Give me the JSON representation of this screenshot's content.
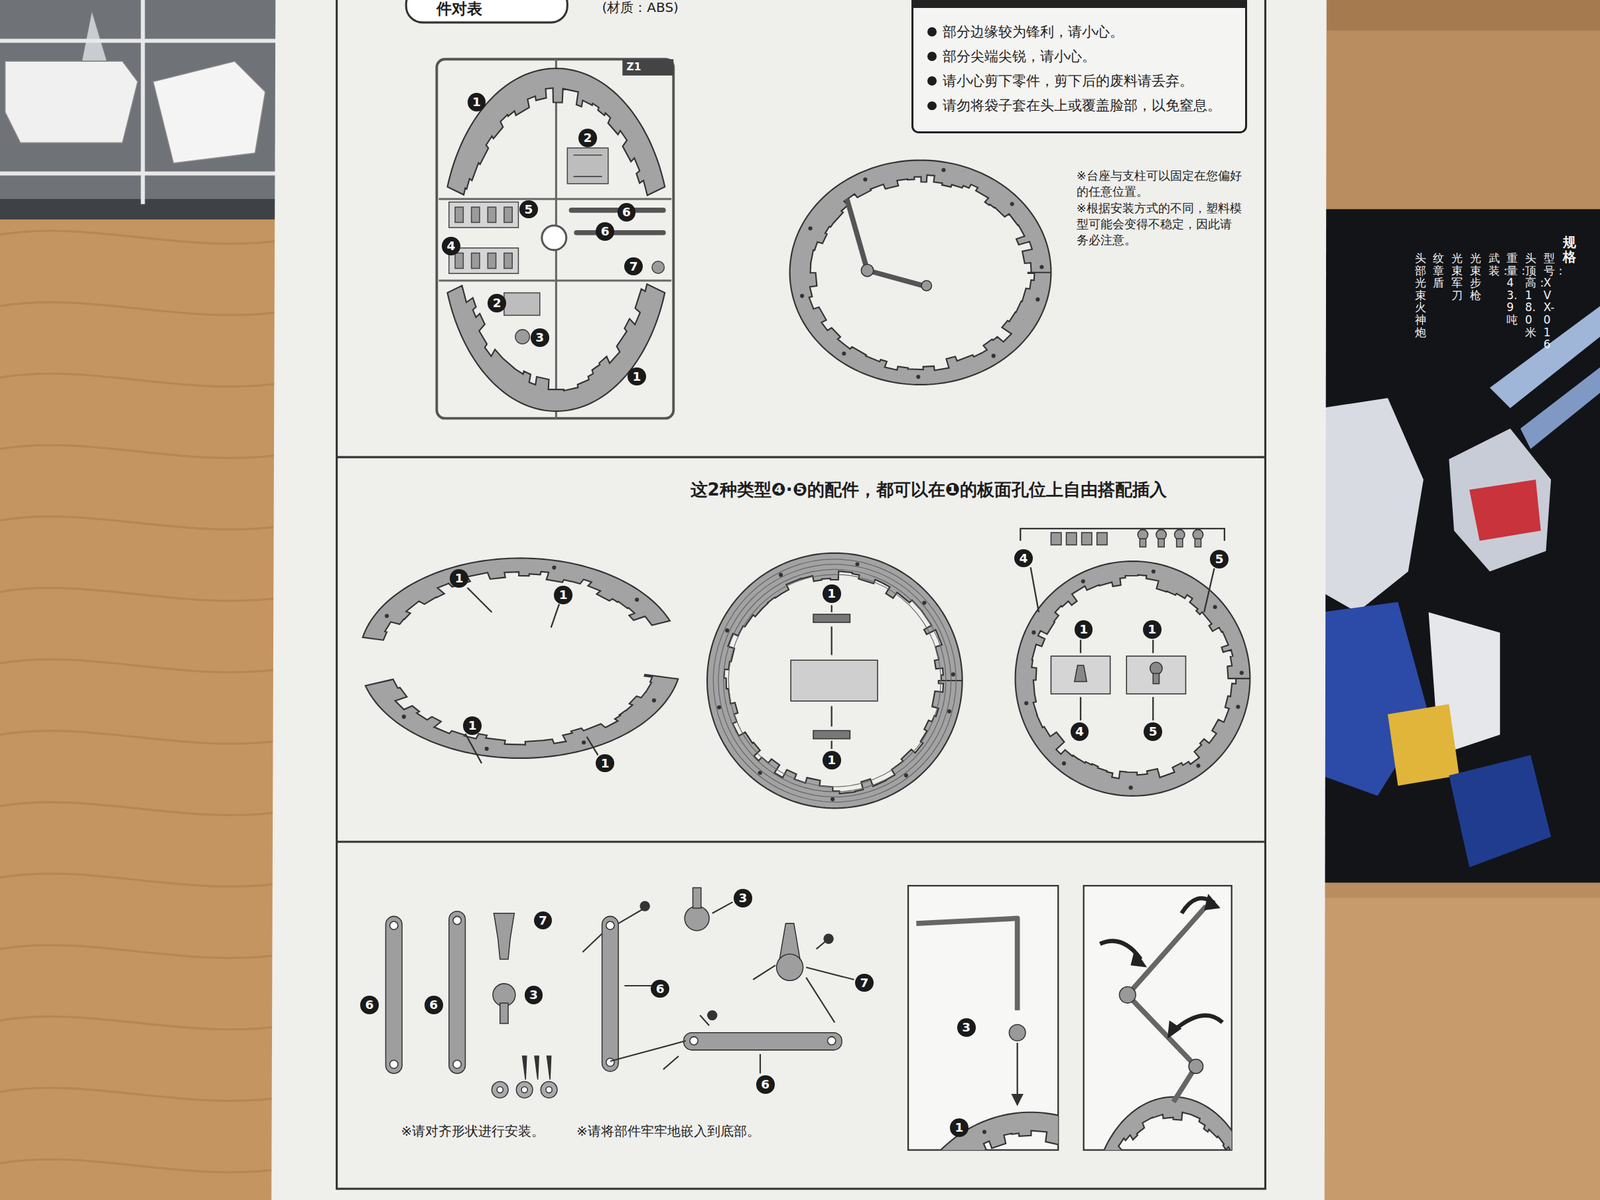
{
  "diagram": {
    "title": "件对表",
    "nodes": [
      {
        "text": [
          "部分边缘较为锋利，请小心。",
          "部分尖端尖锐，请小心。",
          "请小心剪下零件，剪下后的废料请丢弃。",
          "请勿将袋子套在头上或覆盖脸部，以免窒息。"
        ]
      }
    ],
    "labels": [
      "(材质：ABS)",
      "※台座与支柱可以固定在您偏好的任意位置。",
      "※根据安装方式的不同，塑料模型可能会变得不稳定，因此请务必注意。",
      "Z1",
      "1",
      "2",
      "5",
      "6",
      "6",
      "4",
      "7",
      "2",
      "3",
      "1",
      "这2种类型❹·❺的配件，都可以在❶的板面孔位上自由搭配插入",
      "1",
      "1",
      "1",
      "1",
      "1",
      "1",
      "4",
      "5",
      "1",
      "1",
      "4",
      "5",
      "6",
      "6",
      "7",
      "3",
      "3",
      "6",
      "7",
      "6",
      "3",
      "1",
      "※请对齐形状进行安装。",
      "※请将部件牢牢地嵌入到底部。",
      "规 格",
      "型号：XVX-016",
      "头顶高：18.0 米",
      "重量：43.9 吨",
      "武装：",
      "光束步枪",
      "光束军刀",
      "纹章盾",
      "头部光束火神炮"
    ]
  }
}
